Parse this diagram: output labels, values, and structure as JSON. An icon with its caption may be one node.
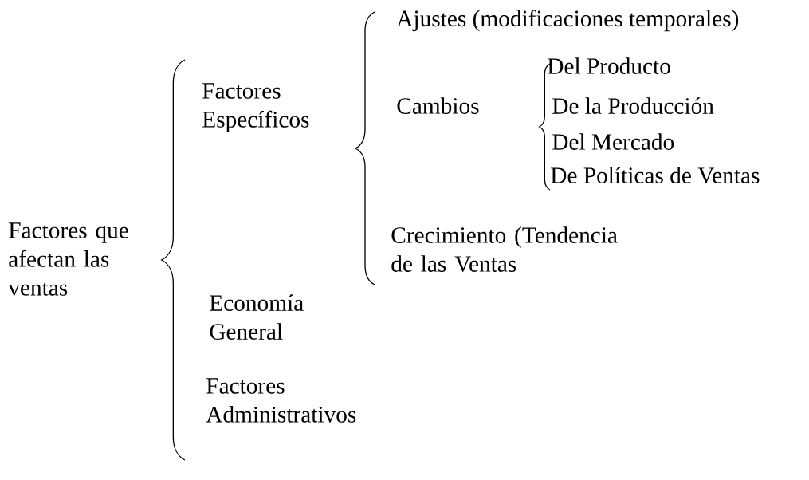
{
  "diagram": {
    "labels": [
      "Ajustes (modificaciones temporales)",
      "Factores Específicos",
      "Cambios",
      "Del Producto",
      "De la Producción",
      "Del Mercado",
      "De Políticas de Ventas",
      "Factores que afectan las ventas",
      "Crecimiento (Tendencia de las Ventas",
      "Economía General",
      "Factores Administrativos"
    ]
  }
}
